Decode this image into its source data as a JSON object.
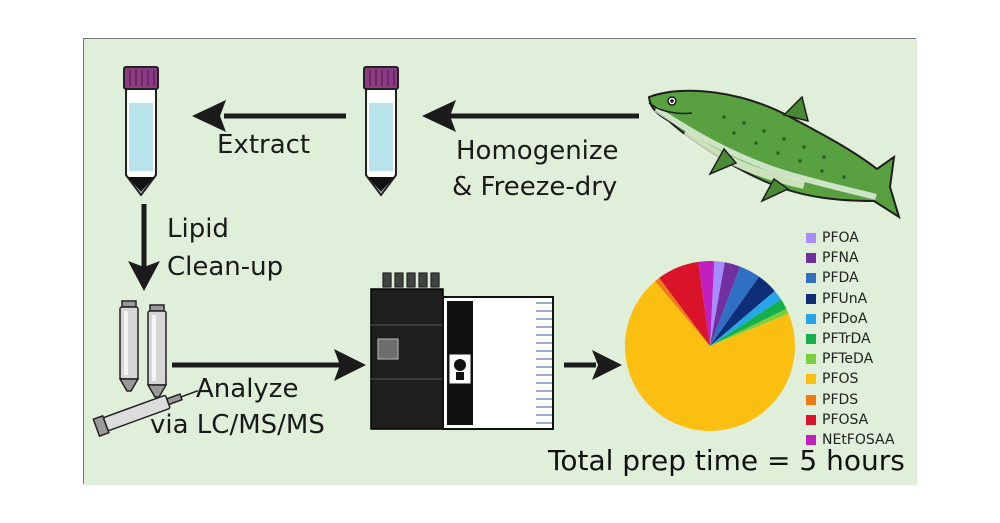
{
  "colors": {
    "panel_bg": "#e0efda",
    "arrow": "#1b1b1b",
    "tube_cap": "#8a3b82",
    "tube_liquid": "#b9e3ea",
    "fish_green": "#58a040"
  },
  "steps": {
    "extract": "Extract",
    "homogenize_1": "Homogenize",
    "homogenize_2": "& Freeze-dry",
    "lipid_1": "Lipid",
    "lipid_2": "Clean-up",
    "analyze_1": "Analyze",
    "analyze_2": "via LC/MS/MS"
  },
  "footer": "Total prep time = 5 hours",
  "icons": [
    "fish-icon",
    "centrifuge-tube-icon",
    "spe-cartridge-icon",
    "syringe-icon",
    "lc-ms-instrument-icon"
  ],
  "chart_data": {
    "type": "pie",
    "legend": "right",
    "categories": [
      "PFOA",
      "PFNA",
      "PFDA",
      "PFUnA",
      "PFDoA",
      "PFTrDA",
      "PFTeDA",
      "PFOS",
      "PFDS",
      "PFOSA",
      "NEtFOSAA"
    ],
    "values": [
      2,
      3,
      4,
      4,
      2,
      2,
      1,
      70,
      1,
      8,
      3
    ],
    "colors": [
      "#a78bfa",
      "#7030a0",
      "#2f6fc4",
      "#0f2e78",
      "#25a6e8",
      "#16b04a",
      "#7ccf3c",
      "#fbbf12",
      "#f07b16",
      "#d9142a",
      "#c020c0"
    ]
  }
}
